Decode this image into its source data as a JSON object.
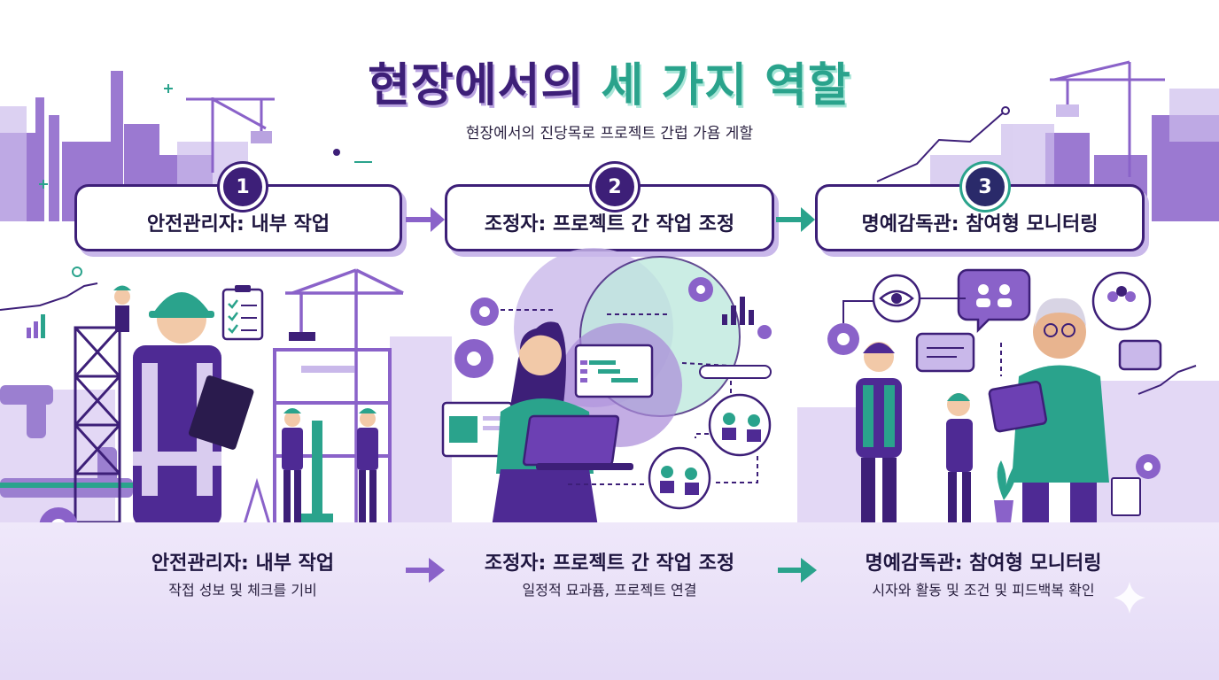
{
  "title": {
    "part1": "현장에서의 ",
    "part2": "세 가지 역할"
  },
  "subtitle": "현장에서의 진당목로 프로젝트 간럽 가욤 게할",
  "colors": {
    "purple": "#3d1f78",
    "lavender": "#8a62c9",
    "teal": "#2aa38c",
    "light": "#e4daf6"
  },
  "roles": [
    {
      "number": "1",
      "card_label": "안전관리자: 내부 작업",
      "caption_title": "안전관리자: 내부 작업",
      "caption_desc": "작접 성보 및 체크를 기비"
    },
    {
      "number": "2",
      "card_label": "조정자: 프로젝트 간 작업 조정",
      "caption_title": "조정자: 프로젝트 간 작업 조정",
      "caption_desc": "일정적 묘과퓸, 프로젝트 연결"
    },
    {
      "number": "3",
      "card_label": "명예감독관: 참여형 모니터링",
      "caption_title": "명예감독관: 참여형 모니터링",
      "caption_desc": "시자와 활동 및 조건 및 피드백복 확인"
    }
  ],
  "icons": [
    "clipboard-icon",
    "crane-icon",
    "gear-icon",
    "eye-icon",
    "chat-bubble-icon",
    "people-icon",
    "laptop-icon",
    "tablet-icon",
    "bar-chart-icon",
    "arrow-right-icon"
  ]
}
